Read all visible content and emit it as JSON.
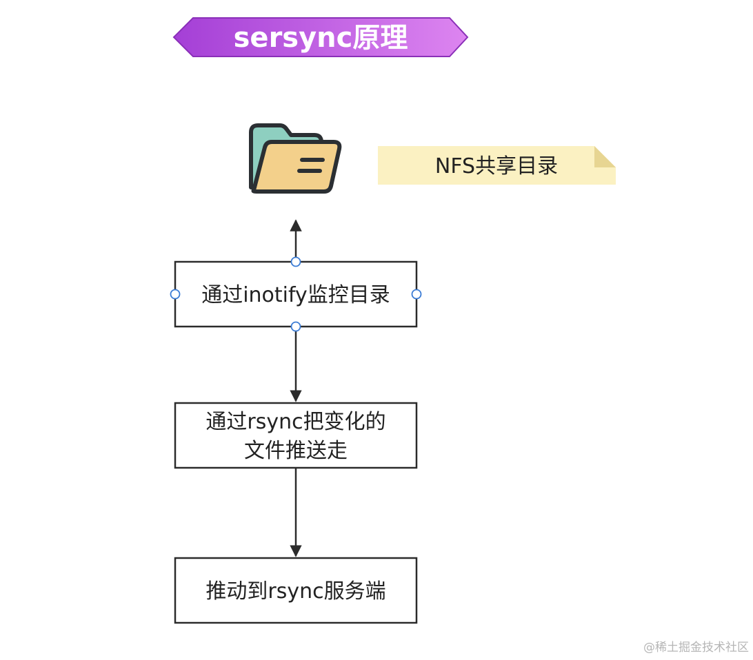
{
  "title": "sersync原理",
  "folder_icon": "folder-icon",
  "note": "NFS共享目录",
  "nodes": [
    {
      "lines": [
        "通过inotify监控目录"
      ]
    },
    {
      "lines": [
        "通过rsync把变化的",
        "文件推送走"
      ]
    },
    {
      "lines": [
        "推动到rsync服务端"
      ]
    }
  ],
  "watermark": "@稀土掘金技术社区",
  "colors": {
    "title_bg_start": "#a43fd6",
    "title_bg_end": "#dd85f0",
    "note_bg": "#fbf1c2",
    "folder_back": "#8ecfc0",
    "folder_front": "#f3d08b",
    "handle_stroke": "#3a7bd5"
  }
}
